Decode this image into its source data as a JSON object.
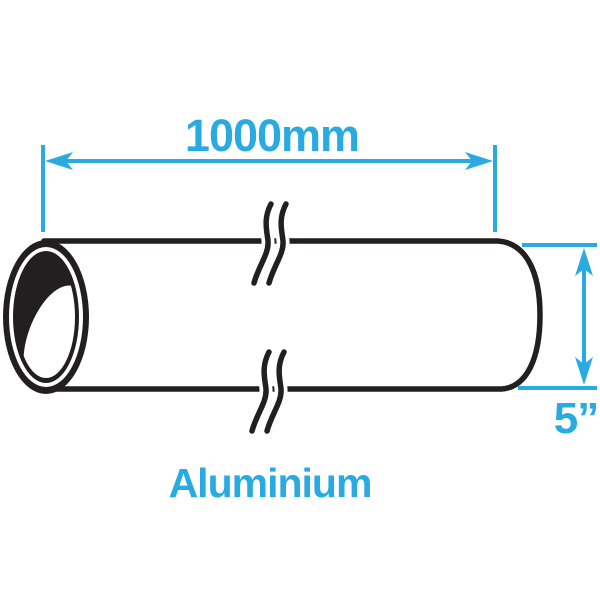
{
  "diagram": {
    "material_label": "Aluminium",
    "length": {
      "label": "1000mm",
      "value": 1000,
      "unit": "mm"
    },
    "diameter": {
      "label": "5”",
      "value": 5,
      "unit": "in"
    },
    "colors": {
      "dimension": "#29abe2",
      "outline": "#231f20",
      "background": "#ffffff"
    }
  }
}
